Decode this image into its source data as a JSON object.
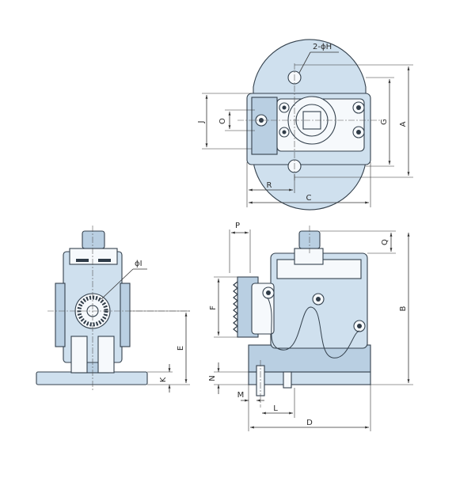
{
  "drawing": {
    "labels": {
      "holes": "2-ϕH",
      "a": "A",
      "b": "B",
      "c": "C",
      "d": "D",
      "e": "E",
      "f": "F",
      "g": "G",
      "i": "ϕI",
      "j": "J",
      "k": "K",
      "l": "L",
      "m": "M",
      "n": "N",
      "o": "O",
      "p": "P",
      "q": "Q",
      "r": "R"
    },
    "colors": {
      "body": "#cfe0ee",
      "body_dark": "#b9cfe2",
      "outline": "#34414d",
      "dimension": "#333333"
    }
  }
}
